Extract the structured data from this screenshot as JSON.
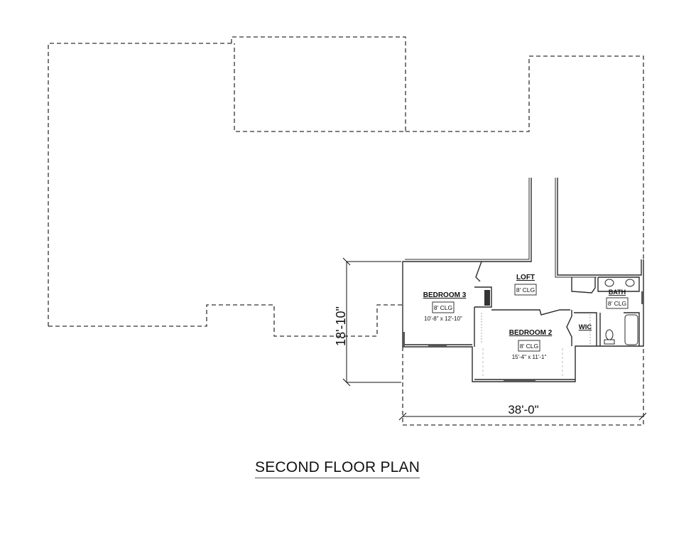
{
  "title": "SECOND FLOOR PLAN",
  "rooms": [
    {
      "name": "BEDROOM 3",
      "ceiling": "8' CLG",
      "size": "10'-8\" x 12'-10\""
    },
    {
      "name": "LOFT",
      "ceiling": "8' CLG"
    },
    {
      "name": "BEDROOM 2",
      "ceiling": "8' CLG",
      "size": "15'-4\" x 11'-1\""
    },
    {
      "name": "BATH",
      "ceiling": "8' CLG"
    },
    {
      "name": "WIC"
    }
  ],
  "dimensions": {
    "width": "38'-0\"",
    "depth": "18'-10\""
  },
  "colors": {
    "wall": "#2a2a2a",
    "outline": "#333333",
    "background": "#ffffff"
  }
}
